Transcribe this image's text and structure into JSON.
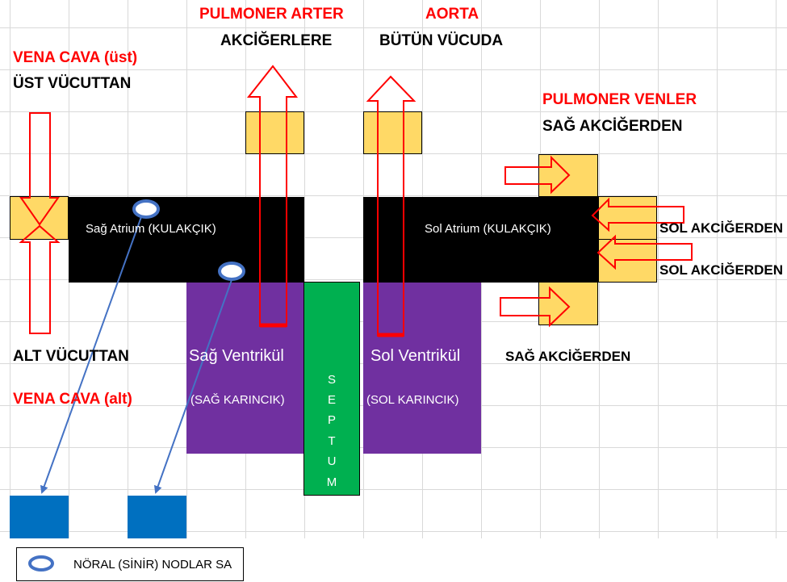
{
  "labels": {
    "pulmoner_arter": "PULMONER ARTER",
    "akcigerlere": "AKCİĞERLERE",
    "aorta": "AORTA",
    "butun_vucuda": "BÜTÜN VÜCUDA",
    "vena_cava_ust": "VENA CAVA (üst)",
    "ust_vucuttan": "ÜST  VÜCUTTAN",
    "pulmoner_venler": "PULMONER VENLER",
    "sag_akcigerden_top": "SAĞ AKCİĞERDEN",
    "sol_akcigerden_1": "SOL AKCİĞERDEN",
    "sol_akcigerden_2": "SOL AKCİĞERDEN",
    "sag_akcigerden_bottom": "SAĞ AKCİĞERDEN",
    "alt_vucuttan": "ALT VÜCUTTAN",
    "vena_cava_alt": "VENA CAVA (alt)",
    "sag_atrium": "Sağ Atrium (KULAKÇIK)",
    "sol_atrium": "Sol Atrium (KULAKÇIK)",
    "sag_ventrikul": "Sağ Ventrikül",
    "sag_karincik": "(SAĞ KARINCIK)",
    "sol_ventrikul": "Sol Ventrikül",
    "sol_karincik": "(SOL KARINCIK)"
  },
  "septum_letters": [
    "S",
    "E",
    "P",
    "T",
    "U",
    "M"
  ],
  "legend": {
    "text": "NÖRAL (SİNİR) NODLAR SA",
    "icon": "ellipse-node-icon"
  },
  "colors": {
    "red": "#ff0000",
    "black_atrium": "#000000",
    "purple_ventricle": "#7030a0",
    "green_septum": "#00b050",
    "blue_node_target": "#0070c0",
    "yellow_vessel": "#ffd966",
    "node_line": "#4472c4"
  }
}
